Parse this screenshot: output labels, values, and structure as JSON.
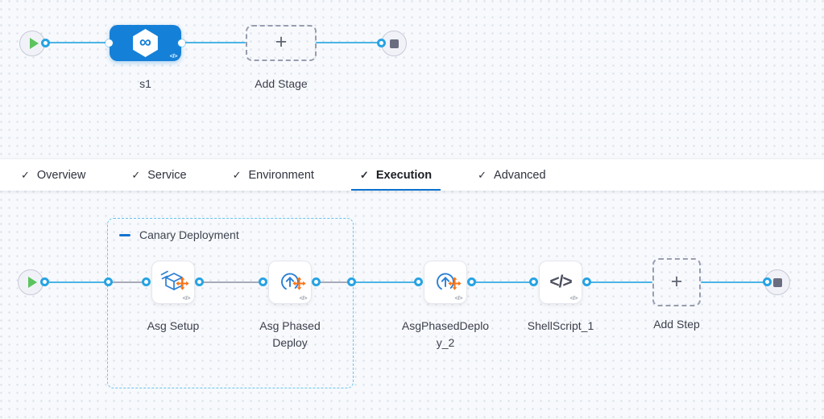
{
  "glyphs": {
    "check": "✓",
    "plus": "+",
    "minus": "−",
    "infinity": "∞",
    "code": "</>"
  },
  "stage_pipeline": {
    "stage_label": "s1",
    "add_stage_label": "Add Stage"
  },
  "tabs": [
    {
      "label": "Overview",
      "checked": true,
      "active": false
    },
    {
      "label": "Service",
      "checked": true,
      "active": false
    },
    {
      "label": "Environment",
      "checked": true,
      "active": false
    },
    {
      "label": "Execution",
      "checked": true,
      "active": true
    },
    {
      "label": "Advanced",
      "checked": true,
      "active": false
    }
  ],
  "execution": {
    "group_label": "Canary Deployment",
    "steps": [
      {
        "label": "Asg Setup"
      },
      {
        "label": "Asg Phased Deploy"
      },
      {
        "label": "AsgPhasedDeploy_2"
      },
      {
        "label": "ShellScript_1"
      }
    ],
    "add_step_label": "Add Step"
  },
  "colors": {
    "accent_blue": "#0b72ce",
    "stage_blue": "#1580d8",
    "connector_line": "#4bb4e6",
    "dashed_line": "#a7aab9",
    "ring_blue": "#27a3e3",
    "group_border": "#66c5ee",
    "icon_blue": "#2b7fd6",
    "drag_orange": "#f97316",
    "play_green": "#5cc45e",
    "stop_gray": "#6a6d80"
  }
}
